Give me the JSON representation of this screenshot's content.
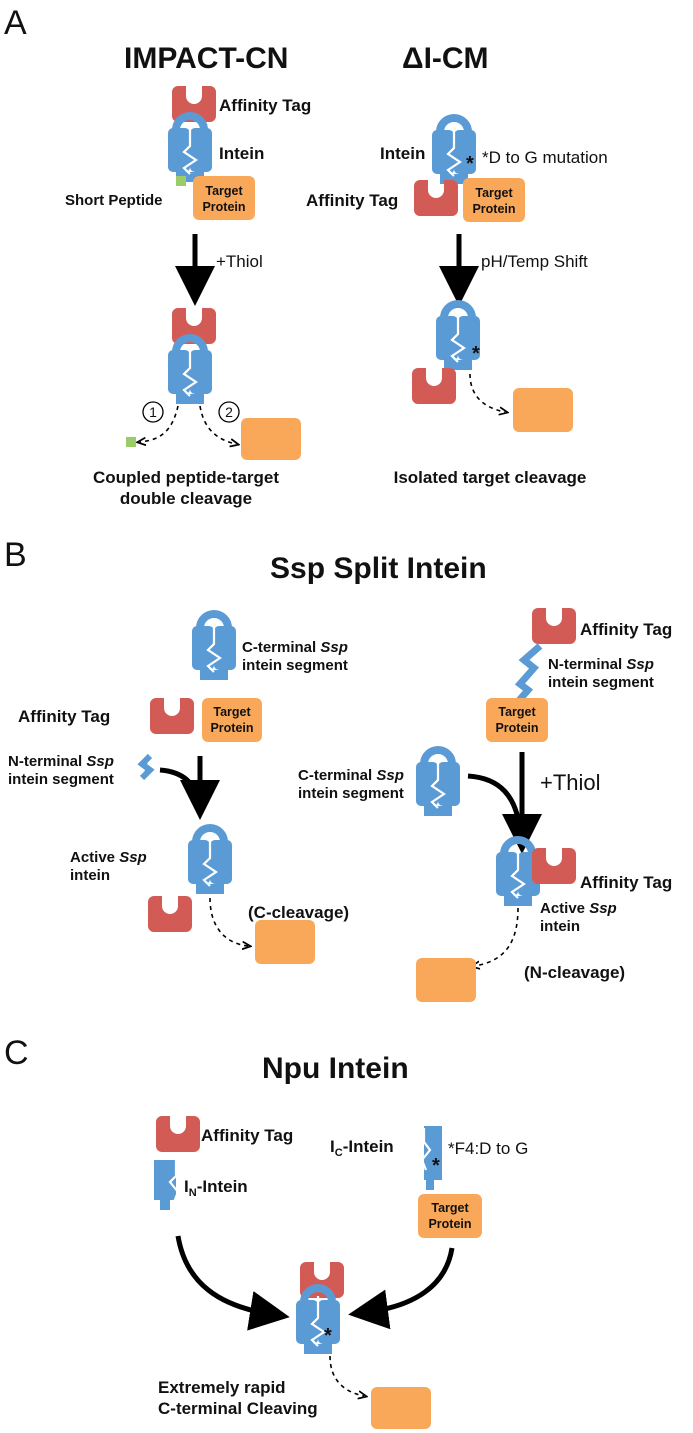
{
  "panels": {
    "a": {
      "letter": "A",
      "left": {
        "title": "IMPACT-CN",
        "affinity_tag": "Affinity Tag",
        "intein": "Intein",
        "short_peptide": "Short Peptide",
        "target_line1": "Target",
        "target_line2": "Protein",
        "step": "+Thiol",
        "marker1": "1",
        "marker2": "2",
        "result_line1": "Coupled peptide-target",
        "result_line2": "double cleavage"
      },
      "right": {
        "title": "ΔI-CM",
        "intein": "Intein",
        "mutation": "*D to G mutation",
        "affinity_tag": "Affinity Tag",
        "target_line1": "Target",
        "target_line2": "Protein",
        "step": "pH/Temp Shift",
        "result": "Isolated target cleavage"
      }
    },
    "b": {
      "letter": "B",
      "title": "Ssp Split Intein",
      "left": {
        "c_segment_line1_pre": "C-terminal ",
        "c_segment_line1_italic": "Ssp",
        "c_segment_line2": "intein segment",
        "affinity_tag": "Affinity Tag",
        "target_line1": "Target",
        "target_line2": "Protein",
        "n_segment_line1_pre": "N-terminal ",
        "n_segment_line1_italic": "Ssp",
        "n_segment_line2": "intein segment",
        "active_line1_pre": "Active ",
        "active_line1_italic": "Ssp",
        "active_line2": "intein",
        "cleavage": "(C-cleavage)"
      },
      "right": {
        "affinity_tag": "Affinity Tag",
        "n_segment_line1_pre": "N-terminal ",
        "n_segment_line1_italic": "Ssp",
        "n_segment_line2": "intein segment",
        "target_line1": "Target",
        "target_line2": "Protein",
        "c_segment_line1_pre": "C-terminal ",
        "c_segment_line1_italic": "Ssp",
        "c_segment_line2": "intein segment",
        "step": "+Thiol",
        "affinity_tag_2": "Affinity Tag",
        "active_line1_pre": "Active ",
        "active_line1_italic": "Ssp",
        "active_line2": "intein",
        "cleavage": "(N-cleavage)"
      }
    },
    "c": {
      "letter": "C",
      "title": "Npu Intein",
      "affinity_tag": "Affinity Tag",
      "in_intein_main": "I",
      "in_intein_sub": "N",
      "in_intein_rest": "-Intein",
      "ic_intein_main": "I",
      "ic_intein_sub": "C",
      "ic_intein_rest": "-Intein",
      "mutation": "*F4:D to G",
      "target_line1": "Target",
      "target_line2": "Protein",
      "result_line1": "Extremely rapid",
      "result_line2": "C-terminal Cleaving"
    }
  },
  "colors": {
    "intein": "#5b9bd5",
    "affinity_tag": "#d35b55",
    "target_protein": "#f9a85a",
    "short_peptide": "#9ccb6a"
  },
  "icons": [
    "intein-icon",
    "affinity-tag-icon",
    "target-protein-icon",
    "short-peptide-icon",
    "arrow-icon",
    "dashed-arrow-icon"
  ]
}
